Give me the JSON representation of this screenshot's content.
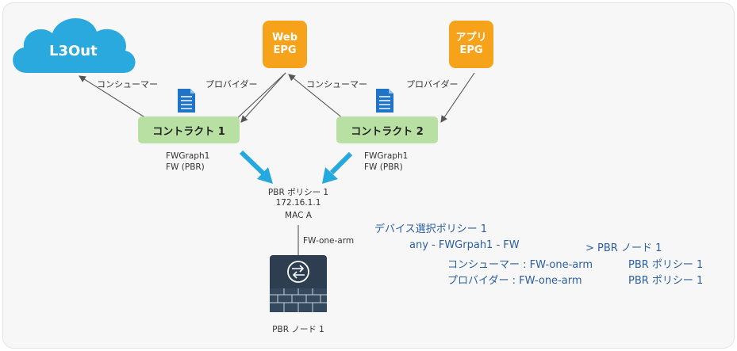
{
  "cloud": {
    "label": "L3Out"
  },
  "epgs": [
    {
      "line1": "Web",
      "line2": "EPG"
    },
    {
      "line1": "アプリ",
      "line2": "EPG"
    }
  ],
  "edge_labels": {
    "consumer_1": "コンシューマー",
    "provider_1": "プロバイダー",
    "consumer_2": "コンシューマー",
    "provider_2": "プロバイダー"
  },
  "contracts": [
    {
      "label": "コントラクト 1",
      "graph": "FWGraph1",
      "fw": "FW (PBR)"
    },
    {
      "label": "コントラクト 2",
      "graph": "FWGraph1",
      "fw": "FW (PBR)"
    }
  ],
  "pbr_policy": {
    "title": "PBR ポリシー 1",
    "ip": "172.16.1.1",
    "mac": "MAC A"
  },
  "interface_label": "FW-one-arm",
  "node_label": "PBR ノード 1",
  "device_selection": {
    "title": "デバイス選択ポリシー 1",
    "row1_left": "any - FWGrpah1 - FW",
    "row1_right": "> PBR ノード 1",
    "row2_left": "コンシューマー : FW-one-arm",
    "row2_right": "PBR ポリシー 1",
    "row3_left": "プロバイダー : FW-one-arm",
    "row3_right": "PBR ポリシー 1"
  },
  "colors": {
    "cloud": "#2aa9de",
    "epg": "#f7a21b",
    "contract": "#b8e0a3",
    "doc_icon": "#1f74c8",
    "arrow_blue": "#23a9dd",
    "firewall": "#2c3e50",
    "text_blue": "#2a5fa0"
  }
}
